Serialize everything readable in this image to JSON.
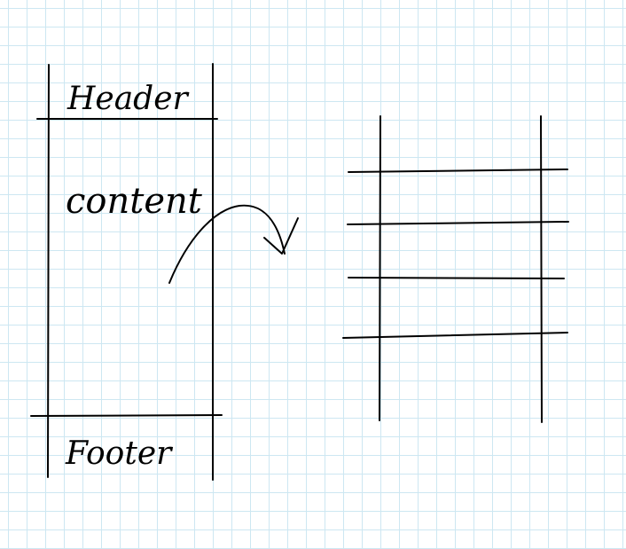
{
  "sketch": {
    "header_label": "Header",
    "content_label": "content",
    "footer_label": "Footer"
  },
  "colors": {
    "grid": "#cde7f2",
    "ink": "#000000",
    "paper": "#ffffff"
  }
}
